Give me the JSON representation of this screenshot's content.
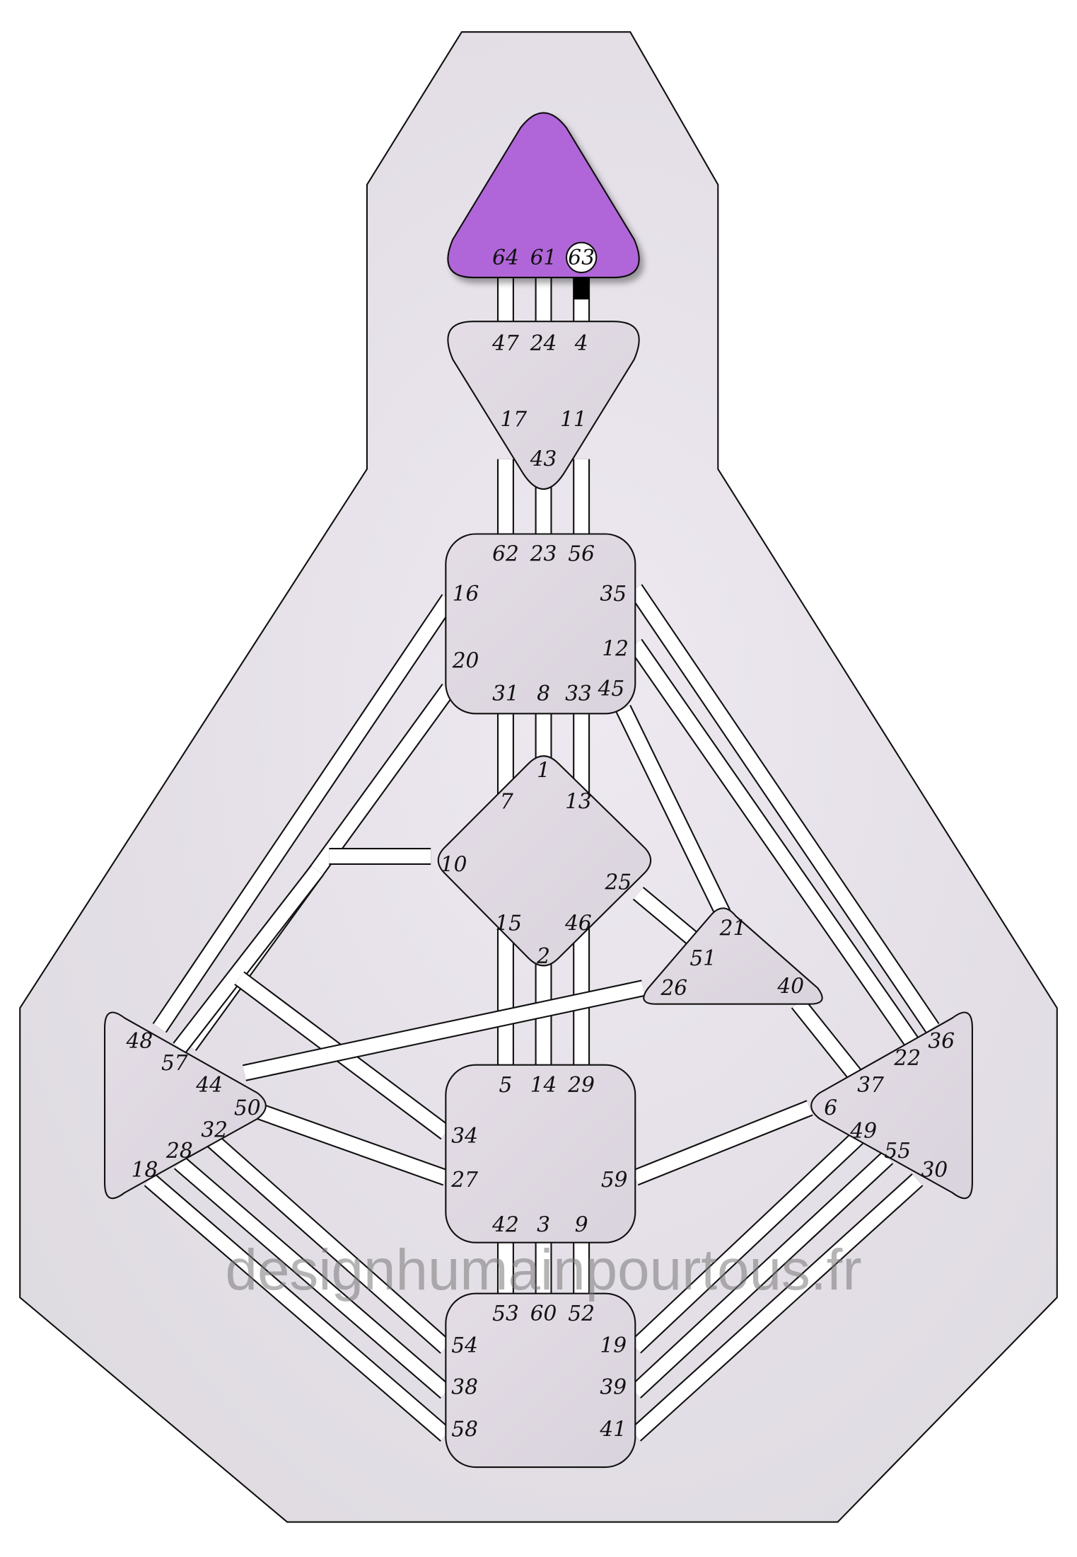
{
  "watermark": "designhumainpourtous.fr",
  "colors": {
    "defined_center": "#b066d8",
    "undefined_center": "#ddd6e0",
    "background": "#e6e2e8",
    "channel": "#ffffff",
    "activation": "#000000"
  },
  "activated_gates": [
    "63"
  ],
  "centers": [
    {
      "id": "head",
      "name": "head-center",
      "defined": true,
      "gates": [
        "64",
        "61",
        "63"
      ]
    },
    {
      "id": "ajna",
      "name": "ajna-center",
      "defined": false,
      "gates": [
        "47",
        "24",
        "4",
        "17",
        "11",
        "43"
      ]
    },
    {
      "id": "throat",
      "name": "throat-center",
      "defined": false,
      "gates": [
        "62",
        "23",
        "56",
        "16",
        "35",
        "20",
        "12",
        "31",
        "8",
        "33",
        "45"
      ]
    },
    {
      "id": "g",
      "name": "g-center",
      "defined": false,
      "gates": [
        "1",
        "7",
        "13",
        "10",
        "25",
        "15",
        "46",
        "2"
      ]
    },
    {
      "id": "heart",
      "name": "heart-center",
      "defined": false,
      "gates": [
        "21",
        "51",
        "26",
        "40"
      ]
    },
    {
      "id": "sacral",
      "name": "sacral-center",
      "defined": false,
      "gates": [
        "5",
        "14",
        "29",
        "34",
        "27",
        "59",
        "42",
        "3",
        "9"
      ]
    },
    {
      "id": "root",
      "name": "root-center",
      "defined": false,
      "gates": [
        "53",
        "60",
        "52",
        "54",
        "38",
        "58",
        "19",
        "39",
        "41"
      ]
    },
    {
      "id": "spleen",
      "name": "spleen-center",
      "defined": false,
      "gates": [
        "48",
        "57",
        "44",
        "50",
        "32",
        "28",
        "18"
      ]
    },
    {
      "id": "solar",
      "name": "solar-plexus-center",
      "defined": false,
      "gates": [
        "36",
        "22",
        "37",
        "6",
        "49",
        "55",
        "30"
      ]
    }
  ]
}
